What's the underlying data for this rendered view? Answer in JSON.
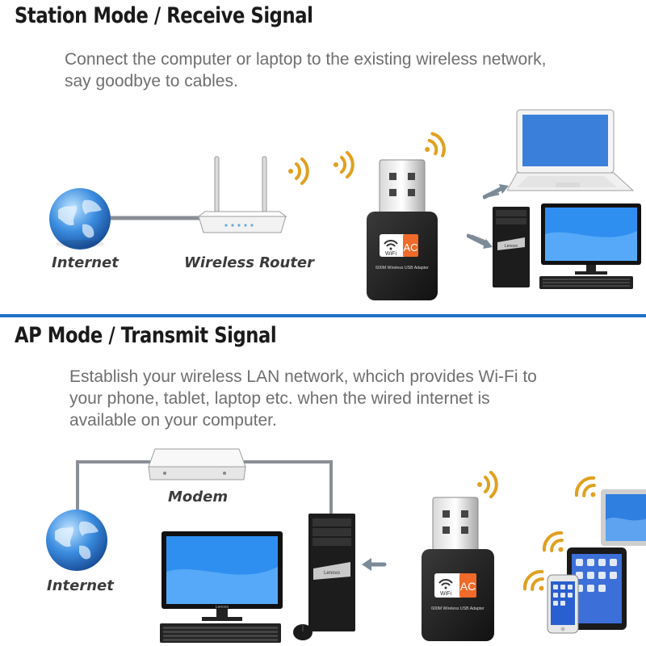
{
  "station": {
    "heading": "Station Mode  / Receive Signal",
    "description_lines": [
      "Connect the computer or laptop to the existing wireless network,",
      "say goodbye to cables."
    ],
    "internet_label": "Internet",
    "router_label": "Wireless Router",
    "adapter": {
      "wifi_label": "WiFi",
      "ac_label": "AC",
      "product_text": "600M Wireless USB Adapter"
    },
    "pc_brand": "Lenovo"
  },
  "ap": {
    "heading": "AP Mode  / Transmit  Signal",
    "description_lines": [
      "Establish your wireless LAN network, whcich provides Wi-Fi to",
      "your phone, tablet, laptop etc. when the wired internet is",
      "available on your computer."
    ],
    "modem_label": "Modem",
    "internet_label": "Internet",
    "adapter": {
      "wifi_label": "WiFi",
      "ac_label": "AC",
      "product_text": "600M Wireless USB Adapter"
    },
    "pc_brand": "Lenovo",
    "monitor_brand": "Lenovo"
  },
  "colors": {
    "heading": "#1a1a1a",
    "description": "#6f6f6f",
    "divider": "#1f6fc4",
    "wifi_wave": "#e0a020",
    "ac_badge": "#f06a2a",
    "globe": "#2f7fd6",
    "cable": "#8a8f96"
  }
}
